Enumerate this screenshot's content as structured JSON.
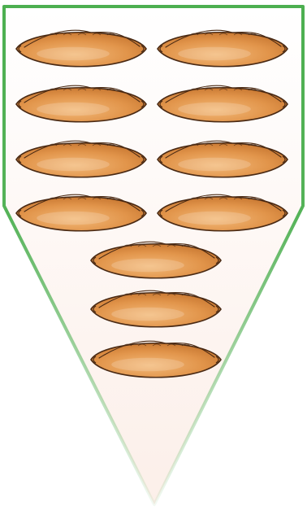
{
  "illustration": {
    "frame": {
      "shape": "downward-pointing pentagon (funnel)",
      "stroke_color": "#4caf50",
      "fill_top": "#ffffff",
      "fill_bottom": "#fcefe9",
      "fades_out_toward_tip": true
    },
    "grain": {
      "name": "wheat-grain",
      "total_count": 11,
      "fill_light": "#f3b978",
      "fill_mid": "#e1944a",
      "fill_dark": "#c06f2a",
      "outline_color": "#4a2a14",
      "layout_rows": [
        2,
        2,
        2,
        2,
        1,
        1,
        1
      ]
    }
  }
}
